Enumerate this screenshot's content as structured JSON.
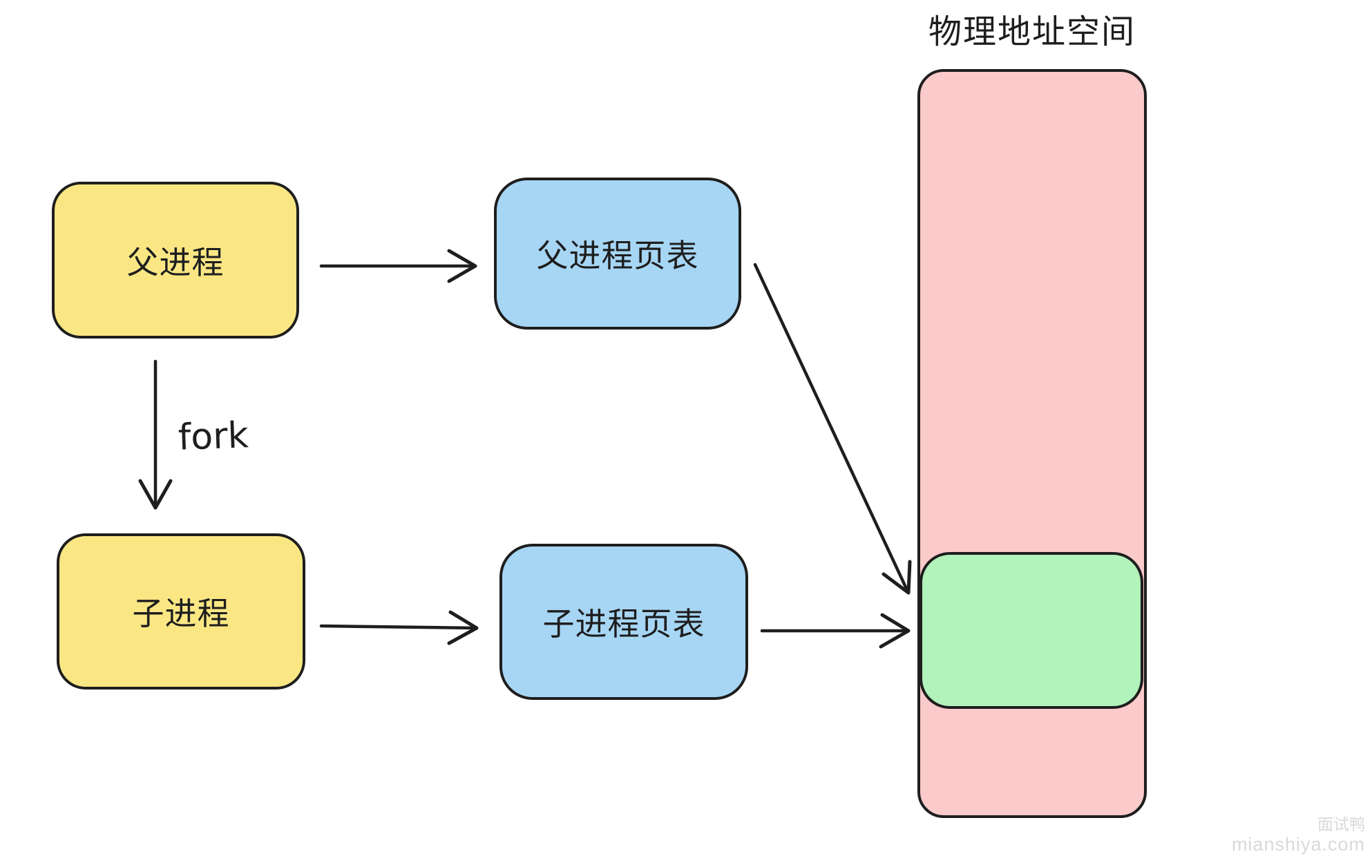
{
  "title": "物理地址空间",
  "nodes": {
    "parent_process": {
      "label": "父进程"
    },
    "child_process": {
      "label": "子进程"
    },
    "parent_page_table": {
      "label": "父进程页表"
    },
    "child_page_table": {
      "label": "子进程页表"
    }
  },
  "labels": {
    "fork": "fork"
  },
  "watermark": {
    "brand": "面试鸭",
    "site": "mianshiya.com"
  },
  "colors": {
    "stroke": "#1e1e1e",
    "process-fill": "#fae784",
    "pagetable-fill": "#a7d6f4",
    "memory-fill": "#fbcaca",
    "shared-fill": "#b2f2bb",
    "watermark": "#d9d9d9"
  }
}
